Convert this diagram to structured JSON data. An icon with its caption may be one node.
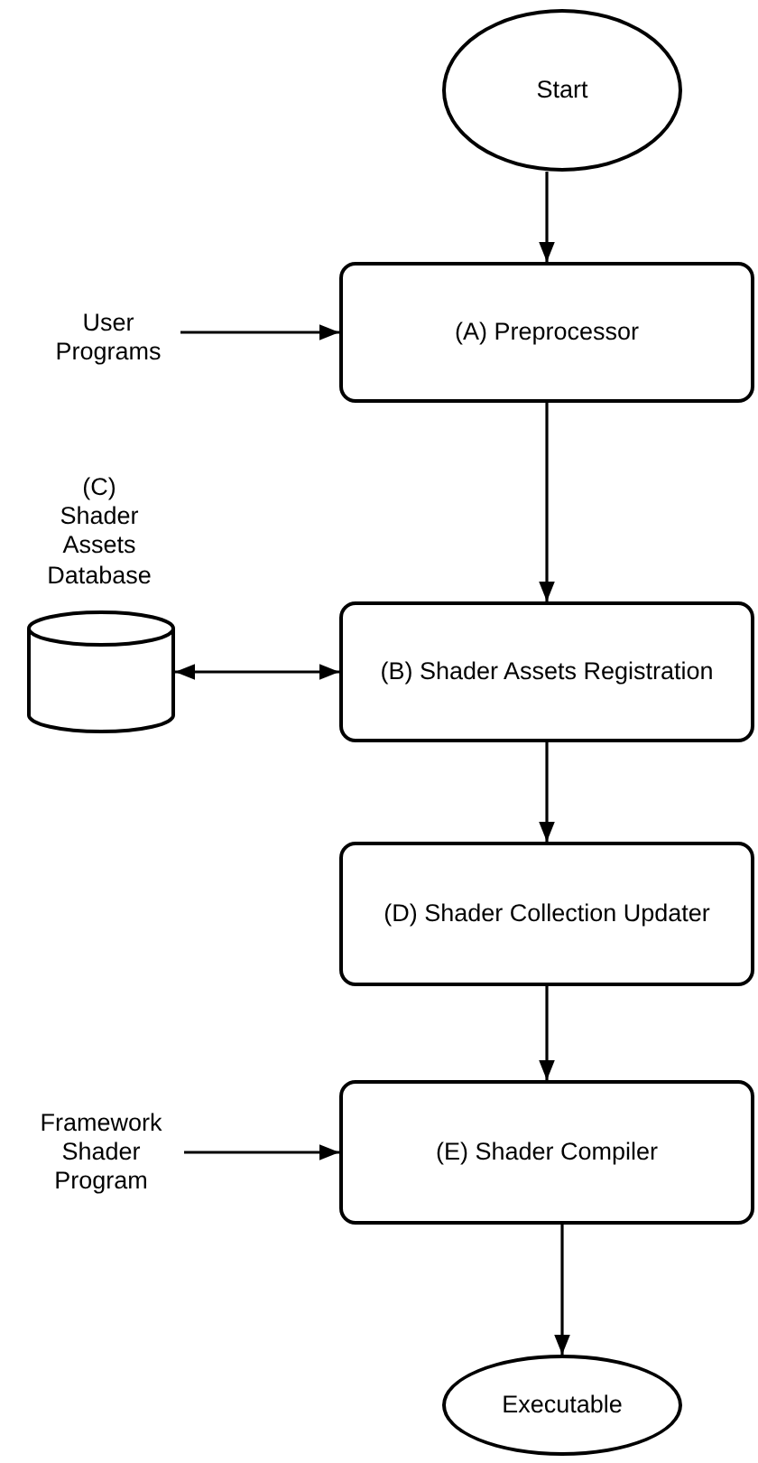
{
  "diagram": {
    "nodes": [
      {
        "text": [
          "Start"
        ]
      },
      {
        "text": [
          "User Programs"
        ]
      },
      {
        "text": [
          "(A) Preprocessor"
        ]
      },
      {
        "text": [
          "(C) Shader Assets Database"
        ]
      },
      {
        "text": [
          "(B) Shader Assets Registration"
        ]
      },
      {
        "text": [
          "(D) Shader Collection Updater"
        ]
      },
      {
        "text": [
          "Framework Shader Program"
        ]
      },
      {
        "text": [
          "(E) Shader Compiler"
        ]
      },
      {
        "text": [
          "Executable"
        ]
      }
    ],
    "edges": [
      {
        "from": 0,
        "to": 2,
        "arrow": "to"
      },
      {
        "from": 1,
        "to": 2,
        "arrow": "to"
      },
      {
        "from": 2,
        "to": 4,
        "arrow": "to"
      },
      {
        "from": 3,
        "to": 4,
        "arrow": "both"
      },
      {
        "from": 4,
        "to": 5,
        "arrow": "to"
      },
      {
        "from": 5,
        "to": 7,
        "arrow": "to"
      },
      {
        "from": 6,
        "to": 7,
        "arrow": "to"
      },
      {
        "from": 7,
        "to": 8,
        "arrow": "to"
      }
    ]
  }
}
